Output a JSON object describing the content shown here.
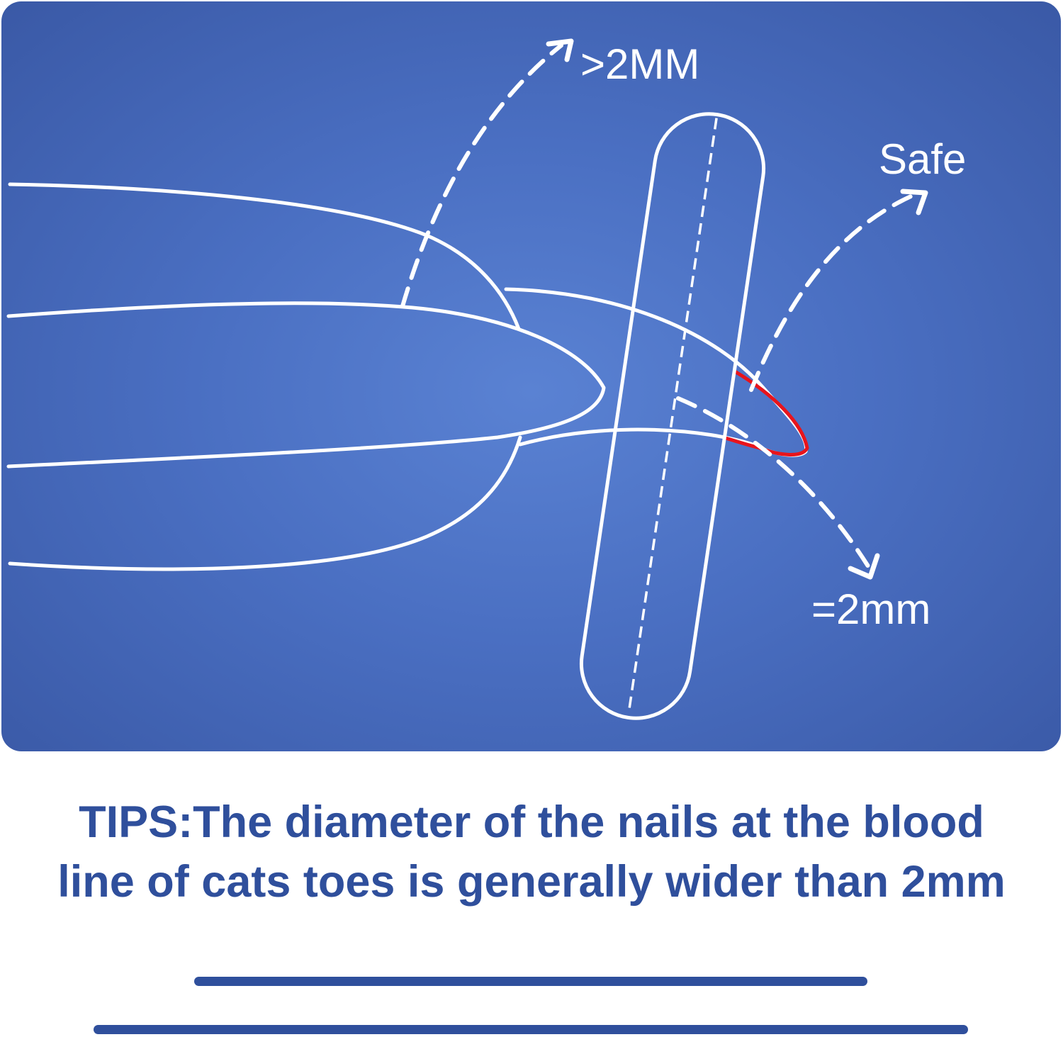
{
  "diagram": {
    "labels": {
      "over_2mm": ">2MM",
      "safe": "Safe",
      "equal_2mm": "=2mm"
    },
    "colors": {
      "background": "#4a6fc2",
      "stroke": "#ffffff",
      "quick_highlight": "#e8141c"
    }
  },
  "tips": {
    "line1": "TIPS:The diameter of the nails at the blood",
    "line2": "line of cats toes is generally wider than 2mm",
    "color": "#2f4f9c"
  }
}
